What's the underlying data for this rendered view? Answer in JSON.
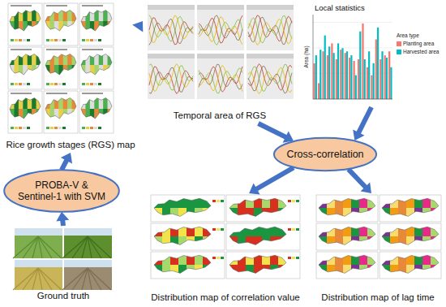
{
  "diagram": {
    "nodes": [
      {
        "text": [
          "Rice growth stages (RGS) map"
        ]
      },
      {
        "text": [
          "Temporal area of RGS"
        ]
      },
      {
        "text": [
          "Local statistics"
        ]
      },
      {
        "text": [
          "PROBA-V & Sentinel-1 with SVM"
        ]
      },
      {
        "text": [
          "Cross-correlation"
        ]
      },
      {
        "text": [
          "Ground truth"
        ]
      },
      {
        "text": [
          "Distribution map of correlation value"
        ]
      },
      {
        "text": [
          "Distribution map of lag time"
        ]
      }
    ],
    "edges": [
      {
        "from": 5,
        "to": 3,
        "arrow": "to"
      },
      {
        "from": 3,
        "to": 0,
        "arrow": "to"
      },
      {
        "from": 0,
        "to": 1,
        "arrow": "to"
      },
      {
        "from": 1,
        "to": 4,
        "arrow": "to"
      },
      {
        "from": 2,
        "to": 4,
        "arrow": "to"
      },
      {
        "from": 4,
        "to": 6,
        "arrow": "to"
      },
      {
        "from": 4,
        "to": 7,
        "arrow": "to"
      }
    ],
    "labels": [
      "Area (ha)",
      "Area type"
    ],
    "legend": [
      {
        "text": "Planting area",
        "color": "#f8766d"
      },
      {
        "text": "Harvested area",
        "color": "#00bfc4"
      }
    ]
  }
}
